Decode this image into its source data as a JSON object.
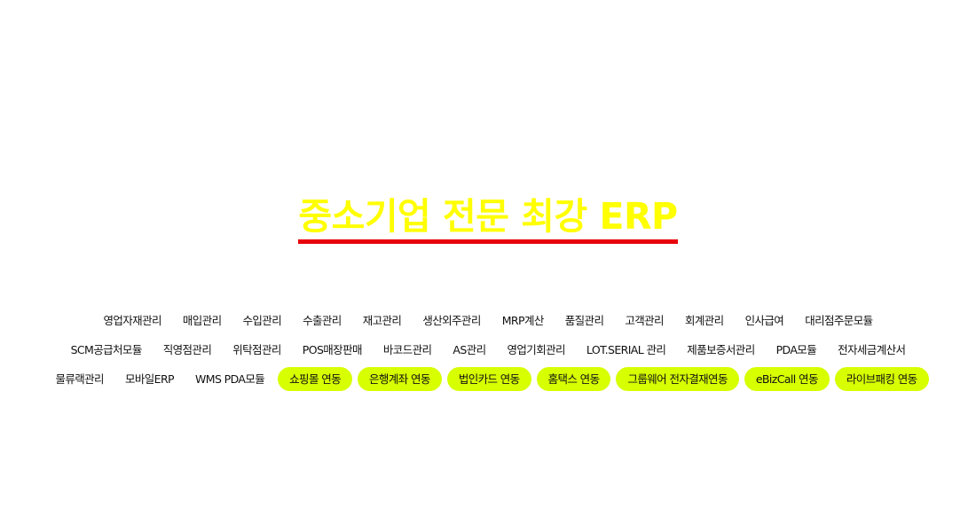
{
  "hero": {
    "title": "중소기업 전문 최강 ERP",
    "title_color": "#ffff00",
    "underline_color": "#e8000b"
  },
  "highlight_color": "#d7ff00",
  "modules": {
    "row1": [
      "영업자재관리",
      "매입관리",
      "수입관리",
      "수출관리",
      "재고관리",
      "생산외주관리",
      "MRP계산",
      "품질관리",
      "고객관리",
      "회계관리",
      "인사급여",
      "대리점주문모듈"
    ],
    "row2": [
      "SCM공급처모듈",
      "직영점관리",
      "위탁점관리",
      "POS매장판매",
      "바코드관리",
      "AS관리",
      "영업기회관리",
      "LOT.SERIAL 관리",
      "제품보증서관리",
      "PDA모듈",
      "전자세금계산서"
    ],
    "row3": [
      "물류랙관리",
      "모바일ERP",
      "WMS PDA모듈"
    ],
    "row3_highlighted": [
      "쇼핑몰 연동",
      "은행계좌 연동",
      "법인카드 연동",
      "홈택스 연동",
      "그룹웨어 전자결재연동",
      "eBizCall 연동",
      "라이브패킹 연동"
    ]
  }
}
